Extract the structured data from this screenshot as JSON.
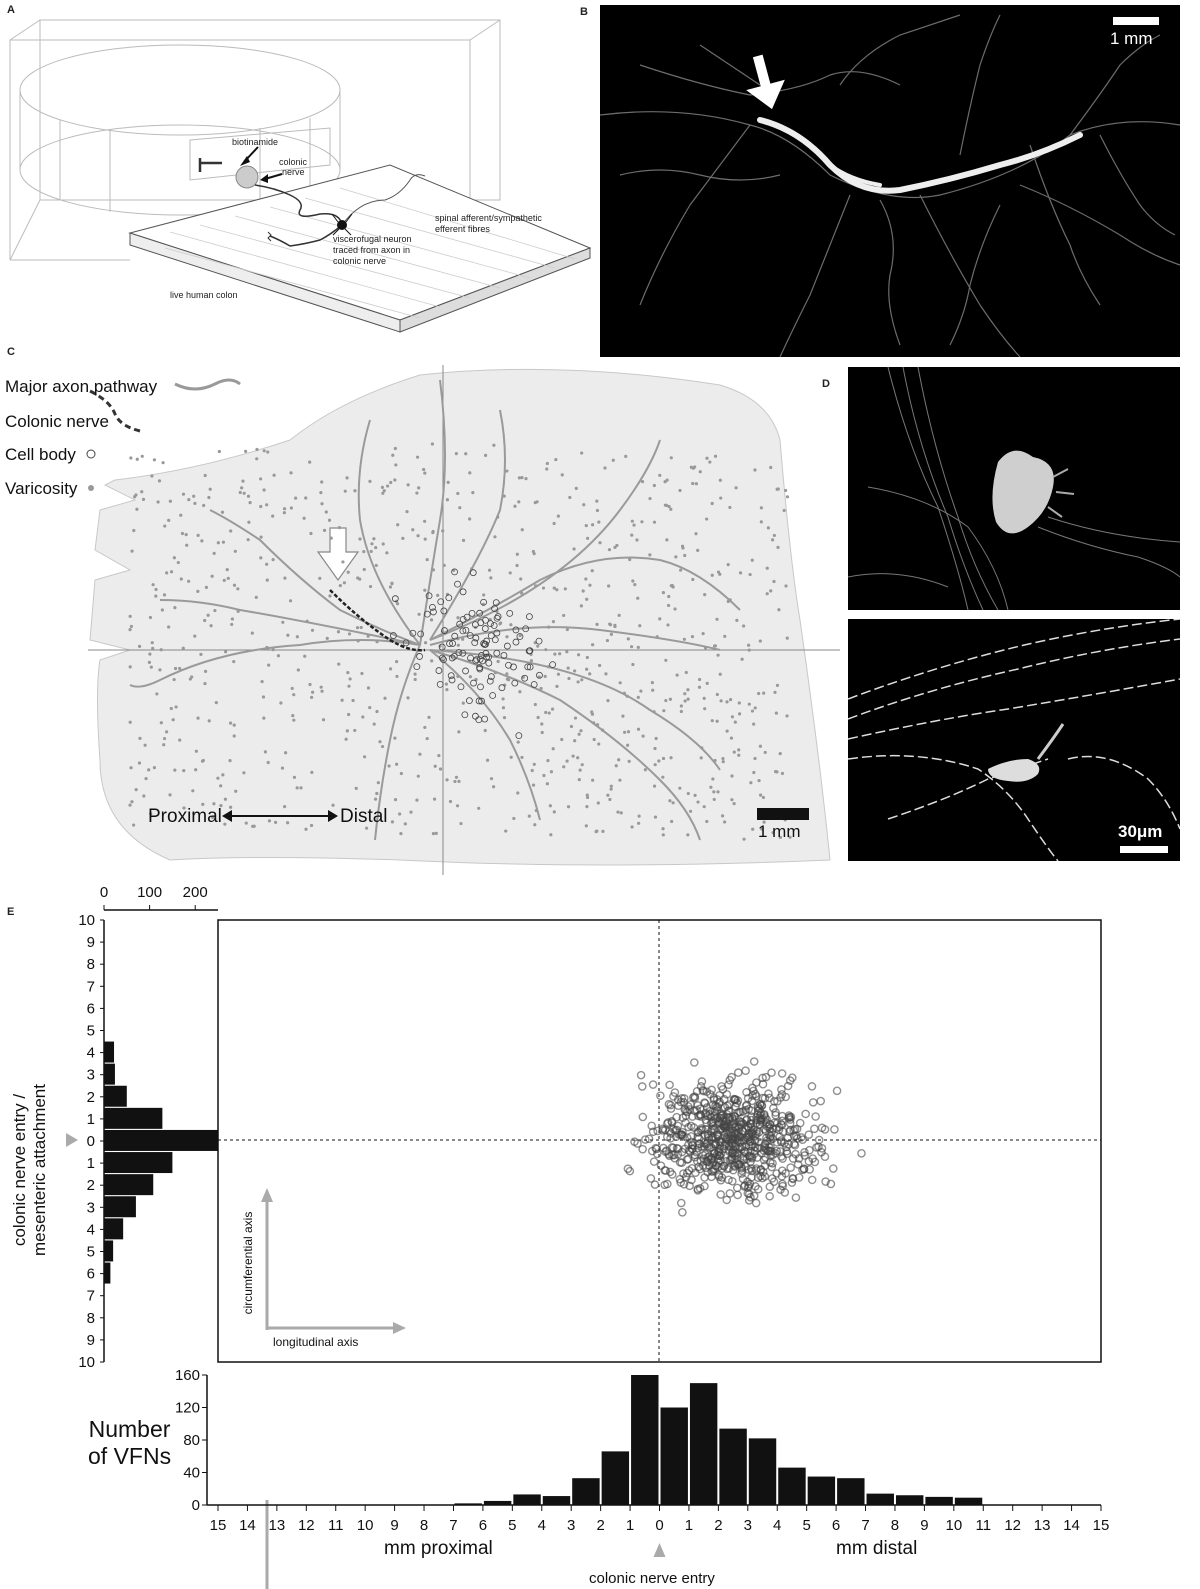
{
  "panels": {
    "a": "A",
    "b": "B",
    "c": "C",
    "d": "D",
    "e": "E"
  },
  "panel_a": {
    "labels": {
      "biotinamide": "biotinamide",
      "colonic_nerve_l1": "colonic",
      "colonic_nerve_l2": "nerve",
      "spinal_l1": "spinal afferent/sympathetic",
      "spinal_l2": "efferent fibres",
      "vfn_l1": "viscerofugal neuron",
      "vfn_l2": "traced from axon in",
      "vfn_l3": "colonic nerve",
      "colon": "live human colon"
    }
  },
  "panel_b": {
    "scalebar": "1 mm"
  },
  "panel_c": {
    "legend": {
      "axon": "Major axon pathway",
      "nerve": "Colonic nerve",
      "cell": "Cell body",
      "varicosity": "Varicosity"
    },
    "proximal": "Proximal",
    "distal": "Distal",
    "scalebar": "1 mm"
  },
  "panel_d": {
    "scalebar": "30μm"
  },
  "panel_e": {
    "ylabel_l1": "colonic nerve entry /",
    "ylabel_l2": "mesenteric attachment",
    "circ_axis": "circumferential axis",
    "long_axis": "longitudinal axis",
    "hist_ylabel_l1": "Number",
    "hist_ylabel_l2": "of VFNs",
    "mm_proximal": "mm proximal",
    "mm_distal": "mm distal",
    "entry": "colonic nerve entry"
  },
  "chart_data": [
    {
      "type": "bar",
      "name": "side histogram",
      "orientation": "horizontal",
      "xticks": [
        0,
        100,
        200
      ],
      "xlim": [
        0,
        250
      ],
      "yticks": [
        "10",
        "9",
        "8",
        "7",
        "6",
        "5",
        "4",
        "3",
        "2",
        "1",
        "0",
        "1",
        "2",
        "3",
        "4",
        "5",
        "6",
        "7",
        "8",
        "9",
        "10"
      ],
      "categories": [
        "5",
        "4",
        "3",
        "2",
        "1",
        "0",
        "-1",
        "-2",
        "-3",
        "-4",
        "-5",
        "-6"
      ],
      "values": [
        1,
        22,
        24,
        50,
        128,
        250,
        150,
        108,
        70,
        42,
        20,
        14
      ]
    },
    {
      "type": "bar",
      "name": "bottom histogram",
      "xticks": [
        "15",
        "14",
        "13",
        "12",
        "11",
        "10",
        "9",
        "8",
        "7",
        "6",
        "5",
        "4",
        "3",
        "2",
        "1",
        "0",
        "1",
        "2",
        "3",
        "4",
        "5",
        "6",
        "7",
        "8",
        "9",
        "10",
        "11",
        "12",
        "13",
        "14",
        "15"
      ],
      "categories": [
        "-6.5",
        "-5.5",
        "-4.5",
        "-3.5",
        "-2.5",
        "-1.5",
        "-0.5",
        "0.5",
        "1.5",
        "2.5",
        "3.5",
        "4.5",
        "5.5",
        "6.5",
        "7.5",
        "8.5",
        "9.5",
        "10.5",
        "11.5"
      ],
      "values": [
        2,
        5,
        13,
        11,
        33,
        66,
        160,
        120,
        150,
        94,
        82,
        46,
        35,
        33,
        14,
        12,
        10,
        9,
        0
      ],
      "yticks": [
        0,
        40,
        80,
        120,
        160
      ],
      "ylim": [
        0,
        160
      ]
    },
    {
      "type": "scatter",
      "name": "VFN positions",
      "xlim": [
        -15,
        15
      ],
      "ylim": [
        -10,
        10
      ]
    }
  ]
}
